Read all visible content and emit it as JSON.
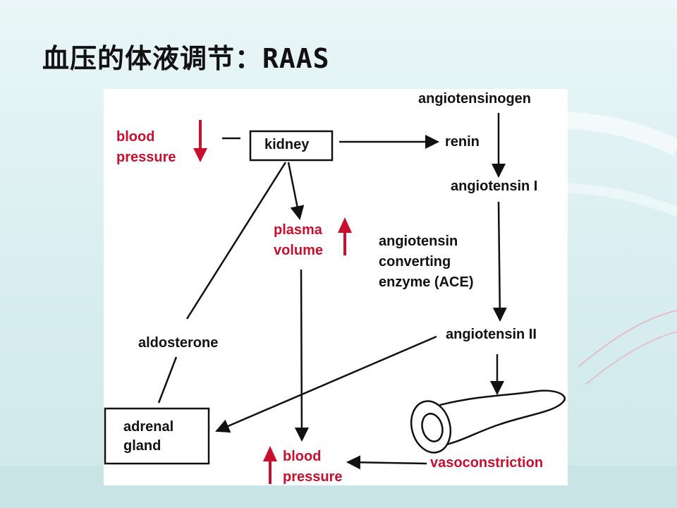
{
  "slide": {
    "title": "血压的体液调节：RAAS"
  },
  "diagram": {
    "kidney": "kidney",
    "adrenal_gland": [
      "adrenal",
      "gland"
    ],
    "blood_pressure_low": [
      "blood",
      "pressure"
    ],
    "plasma_volume": [
      "plasma",
      "volume"
    ],
    "blood_pressure_high": [
      "blood",
      "pressure"
    ],
    "aldosterone": "aldosterone",
    "renin": "renin",
    "angiotensinogen": "angiotensinogen",
    "angiotensin_1": "angiotensin I",
    "ace": [
      "angiotensin",
      "converting",
      "enzyme (ACE)"
    ],
    "angiotensin_2": "angiotensin II",
    "vasoconstriction": "vasoconstriction"
  },
  "colors": {
    "accent_red": "#c8102e",
    "text": "#111111"
  }
}
